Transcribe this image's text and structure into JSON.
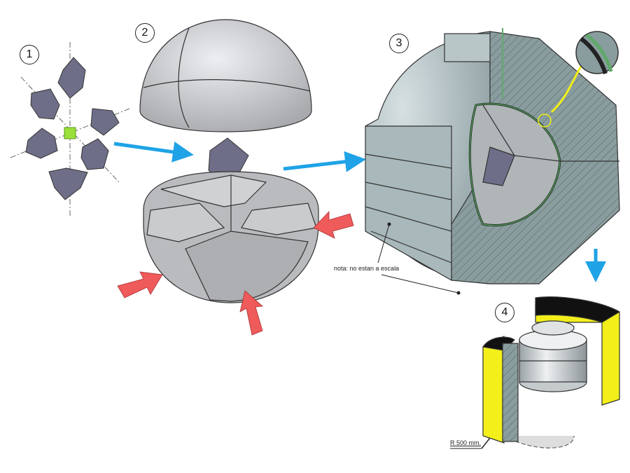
{
  "steps": [
    {
      "number": "1"
    },
    {
      "number": "2"
    },
    {
      "number": "3"
    },
    {
      "number": "4"
    }
  ],
  "annotations": {
    "note": "nota: no estan a escala",
    "radius": "R 500 mm."
  },
  "colors": {
    "crystal": "#6e6e88",
    "seed": "#9be03a",
    "metal": "#c4cccd",
    "hatch": "#7f9394",
    "blue_arrow": "#1fa3e6",
    "red_arrow": "#ef5a5a",
    "yellow": "#f2ef1a",
    "green_layer": "#5fa86a"
  }
}
